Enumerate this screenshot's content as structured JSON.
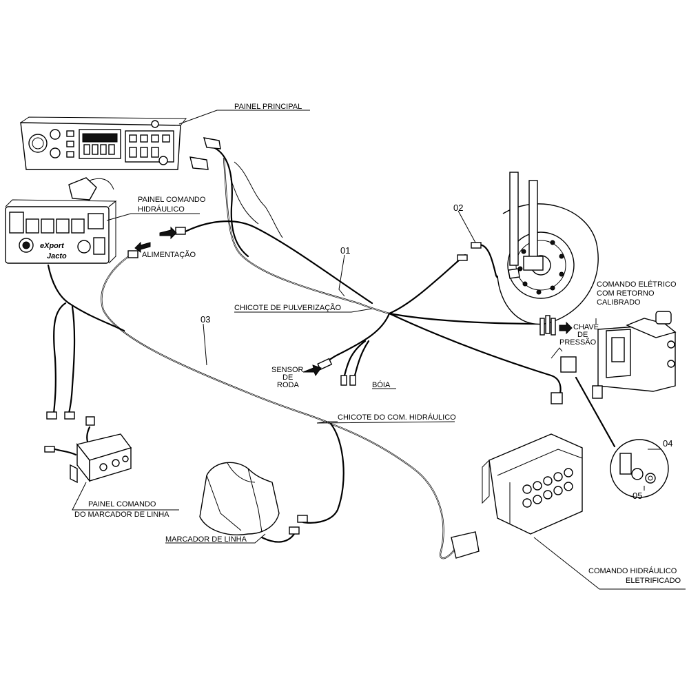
{
  "labels": {
    "painel_principal": "PAINEL PRINCIPAL",
    "painel_comando_1": "PAINEL COMANDO",
    "painel_comando_2": "HIDRÁULICO",
    "alimentacao": "ALIMENTAÇÃO",
    "chicote_pulverizacao": "CHICOTE DE PULVERIZAÇÃO",
    "sensor_1": "SENSOR",
    "sensor_2": "DE",
    "sensor_3": "RODA",
    "boia": "BÓIA",
    "chicote_hidraulico": "CHICOTE DO COM. HIDRÁULICO",
    "comando_eletrico_1": "COMANDO ELÉTRICO",
    "comando_eletrico_2": "COM RETORNO",
    "comando_eletrico_3": "CALIBRADO",
    "chave_1": "CHAVE",
    "chave_2": "DE",
    "chave_3": "PRESSÃO",
    "marcador_painel_1": "PAINEL COMANDO",
    "marcador_painel_2": "DO MARCADOR DE LINHA",
    "marcador_linha": "MARCADOR DE LINHA",
    "comando_hidraulico_1": "COMANDO HIDRÁULICO",
    "comando_hidraulico_2": "ELETRIFICADO"
  },
  "callouts": {
    "n01": "01",
    "n02": "02",
    "n03": "03",
    "n04": "04",
    "n05": "05"
  },
  "panel_text": {
    "brand": "eXport",
    "logo": "Jacto"
  }
}
